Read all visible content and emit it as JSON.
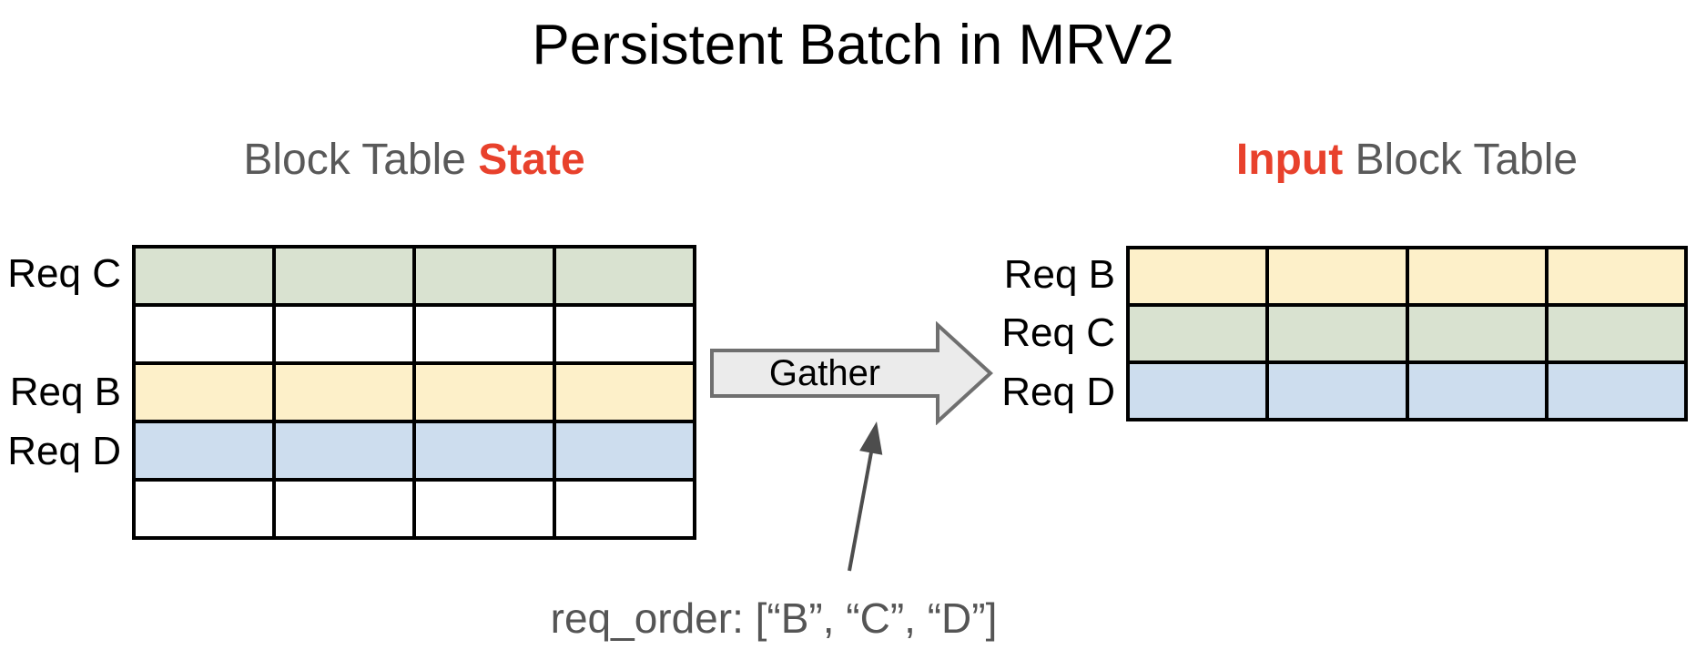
{
  "title": "Persistent Batch in MRV2",
  "colors": {
    "green": "#d9e2d0",
    "yellow": "#fdf0c9",
    "blue": "#cdddee",
    "white": "#ffffff",
    "highlight_red": "#e8412c",
    "heading_grey": "#595959",
    "annotation_grey": "#555555",
    "arrow_fill": "#ebebeb",
    "arrow_border": "#6f6f6f",
    "pointer_grey": "#4d4d4d"
  },
  "state_table": {
    "heading_prefix": "Block Table ",
    "heading_highlight": "State",
    "columns": 4,
    "rows": [
      {
        "label": "Req C",
        "color": "green"
      },
      {
        "label": "",
        "color": "white"
      },
      {
        "label": "Req B",
        "color": "yellow"
      },
      {
        "label": "Req D",
        "color": "blue"
      },
      {
        "label": "",
        "color": "white"
      }
    ]
  },
  "input_table": {
    "heading_highlight": "Input",
    "heading_suffix": " Block Table",
    "columns": 4,
    "rows": [
      {
        "label": "Req B",
        "color": "yellow"
      },
      {
        "label": "Req C",
        "color": "green"
      },
      {
        "label": "Req D",
        "color": "blue"
      }
    ]
  },
  "gather_arrow": {
    "label": "Gather"
  },
  "annotation": {
    "text": "req_order: [“B”, “C”, “D”]"
  }
}
